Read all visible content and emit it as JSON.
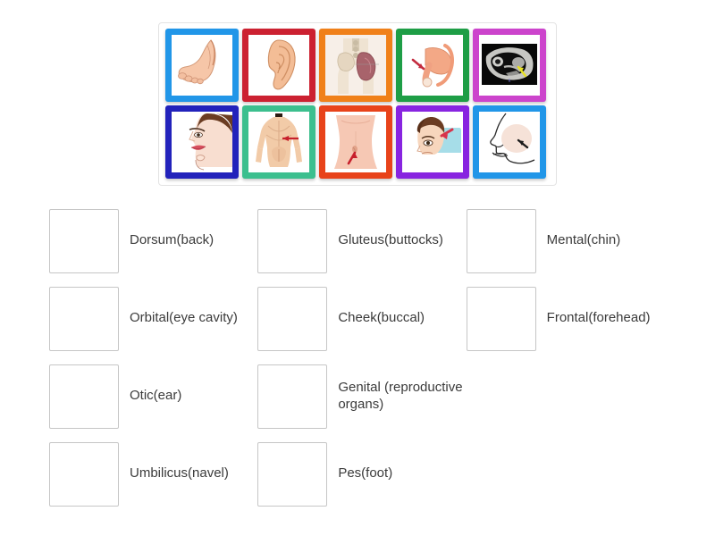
{
  "activity": {
    "type": "match-up",
    "title": "Anatomical Regions Match Up"
  },
  "tile_tray": {
    "rows": [
      [
        {
          "id": "tile-foot",
          "frame_color": "#2196e8",
          "alt": "foot-image",
          "icon": "foot-icon"
        },
        {
          "id": "tile-ear",
          "frame_color": "#cc2131",
          "alt": "ear-image",
          "icon": "ear-icon"
        },
        {
          "id": "tile-gluteus",
          "frame_color": "#f08019",
          "alt": "gluteus-anatomy-image",
          "icon": "gluteus-icon"
        },
        {
          "id": "tile-genital",
          "frame_color": "#1e9e46",
          "alt": "genital-anatomy-image",
          "icon": "genital-icon"
        },
        {
          "id": "tile-orbital",
          "frame_color": "#cc44cc",
          "alt": "orbital-ct-scan-image",
          "icon": "orbital-scan-icon"
        }
      ],
      [
        {
          "id": "tile-mental",
          "frame_color": "#2222bb",
          "alt": "chin-profile-image",
          "icon": "chin-icon"
        },
        {
          "id": "tile-dorsum",
          "frame_color": "#3cbf8e",
          "alt": "back-anatomy-image",
          "icon": "back-icon"
        },
        {
          "id": "tile-umbilicus",
          "frame_color": "#e8431a",
          "alt": "abdomen-navel-image",
          "icon": "navel-icon"
        },
        {
          "id": "tile-frontal",
          "frame_color": "#8824e0",
          "alt": "forehead-image",
          "icon": "forehead-icon"
        },
        {
          "id": "tile-cheek",
          "frame_color": "#2196e8",
          "alt": "cheek-profile-image",
          "icon": "cheek-icon"
        }
      ]
    ]
  },
  "answers": {
    "rows": [
      [
        {
          "label": "Dorsum(back)",
          "has_cell": true
        },
        {
          "label": "Gluteus(buttocks)",
          "has_cell": true
        },
        {
          "label": "Mental(chin)",
          "has_cell": true
        }
      ],
      [
        {
          "label": "Orbital(eye cavity)",
          "has_cell": true
        },
        {
          "label": "Cheek(buccal)",
          "has_cell": true
        },
        {
          "label": "Frontal(forehead)",
          "has_cell": true
        }
      ],
      [
        {
          "label": "Otic(ear)",
          "has_cell": true
        },
        {
          "label": "Genital (reproductive organs)",
          "has_cell": true
        },
        {
          "label": "",
          "has_cell": false
        }
      ],
      [
        {
          "label": "Umbilicus(navel)",
          "has_cell": true
        },
        {
          "label": "Pes(foot)",
          "has_cell": true
        },
        {
          "label": "",
          "has_cell": false
        }
      ]
    ]
  },
  "colors": {
    "page_background": "#ffffff",
    "tray_border": "#e3e3e3",
    "dropzone_border": "#c6c6c6",
    "label_text": "#3b3b3b"
  }
}
